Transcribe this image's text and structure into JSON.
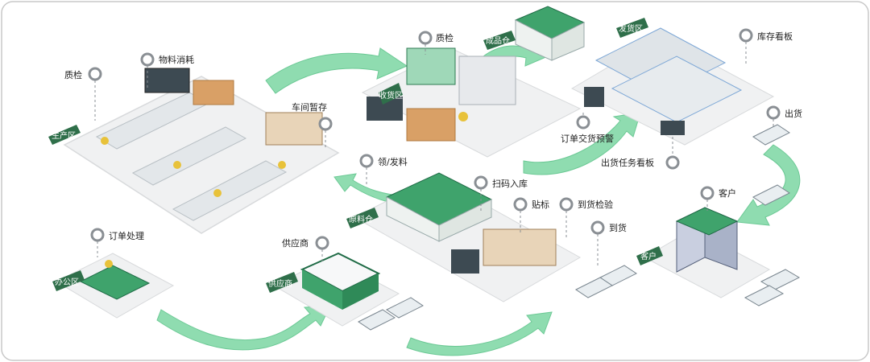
{
  "colors": {
    "arrow": "#8fdcb0",
    "arrow_edge": "#6cc995",
    "platform": "#f0f1f2",
    "platform_edge": "#d8dadc",
    "green_roof": "#3fa36c",
    "dark_green": "#1f6b46",
    "pin": "#8a8f94",
    "shelf": "#dfe4e8",
    "box": "#d9a066",
    "frame": "#c8c8c8"
  },
  "zones": {
    "production": "生产区",
    "receiving": "收货区",
    "finished": "成品仓",
    "shipping": "发货区",
    "raw": "原料仓",
    "customer": "客户",
    "office": "办公区",
    "supplier": "供应商"
  },
  "labels": {
    "qc_left": "质检",
    "material_consumption": "物料消耗",
    "workshop_buffer": "车间暂存",
    "qc_top": "质检",
    "order_delivery_warning": "订单交货预警",
    "inventory_board": "库存看板",
    "ship_out": "出货",
    "shipping_task_board": "出货任务看板",
    "customer": "客户",
    "requisition": "领/发料",
    "scan_inbound": "扫码入库",
    "labeling": "贴标",
    "arrival_inspection": "到货检验",
    "arrival": "到货",
    "order_processing": "订单处理",
    "supplier": "供应商"
  }
}
